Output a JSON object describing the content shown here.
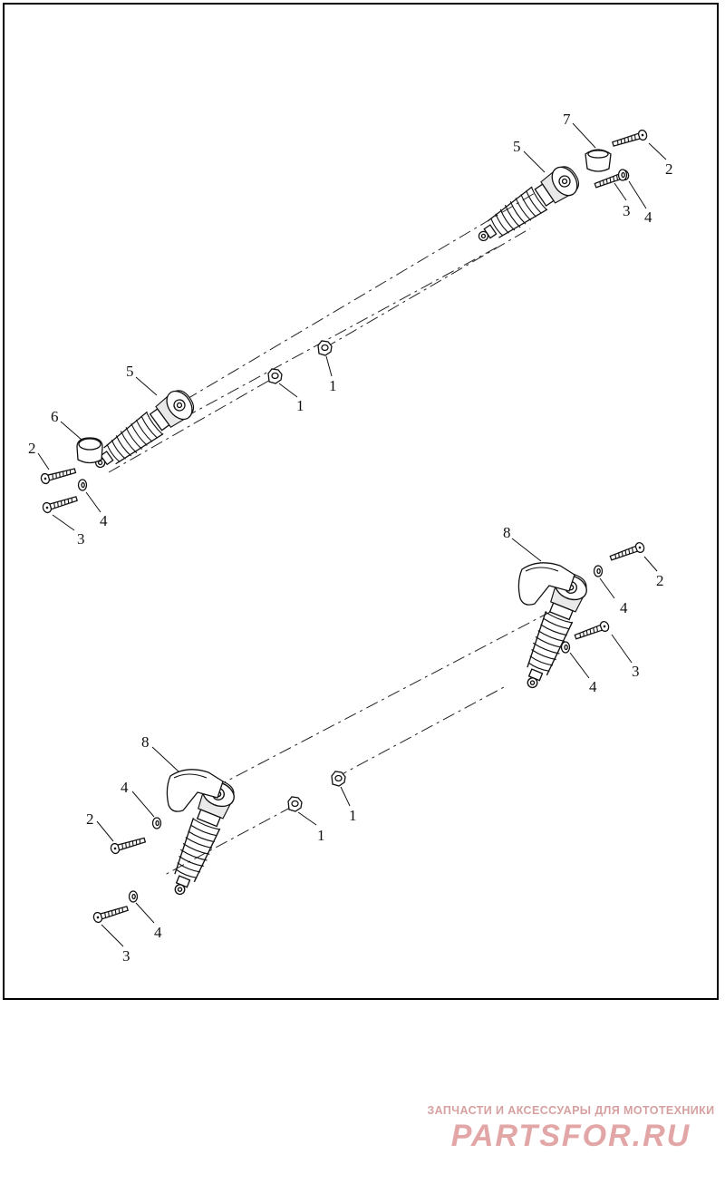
{
  "diagram": {
    "callouts": [
      {
        "id": "c7",
        "text": "7"
      },
      {
        "id": "c5a",
        "text": "5"
      },
      {
        "id": "c2a",
        "text": "2"
      },
      {
        "id": "c3a",
        "text": "3"
      },
      {
        "id": "c4a",
        "text": "4"
      },
      {
        "id": "c1a",
        "text": "1"
      },
      {
        "id": "c1b",
        "text": "1"
      },
      {
        "id": "c5b",
        "text": "5"
      },
      {
        "id": "c6",
        "text": "6"
      },
      {
        "id": "c2b",
        "text": "2"
      },
      {
        "id": "c4b",
        "text": "4"
      },
      {
        "id": "c3b",
        "text": "3"
      },
      {
        "id": "c8a",
        "text": "8"
      },
      {
        "id": "c2c",
        "text": "2"
      },
      {
        "id": "c4c",
        "text": "4"
      },
      {
        "id": "c3c",
        "text": "3"
      },
      {
        "id": "c4d",
        "text": "4"
      },
      {
        "id": "c8b",
        "text": "8"
      },
      {
        "id": "c4e",
        "text": "4"
      },
      {
        "id": "c2d",
        "text": "2"
      },
      {
        "id": "c1c",
        "text": "1"
      },
      {
        "id": "c1d",
        "text": "1"
      },
      {
        "id": "c4f",
        "text": "4"
      },
      {
        "id": "c3d",
        "text": "3"
      }
    ]
  },
  "watermark": {
    "tagline": "ЗАПЧАСТИ И АКСЕССУАРЫ ДЛЯ МОТОТЕХНИКИ",
    "brand": "PARTSFOR.RU"
  },
  "colors": {
    "line": "#111111",
    "watermark": "#e2a6a6"
  }
}
